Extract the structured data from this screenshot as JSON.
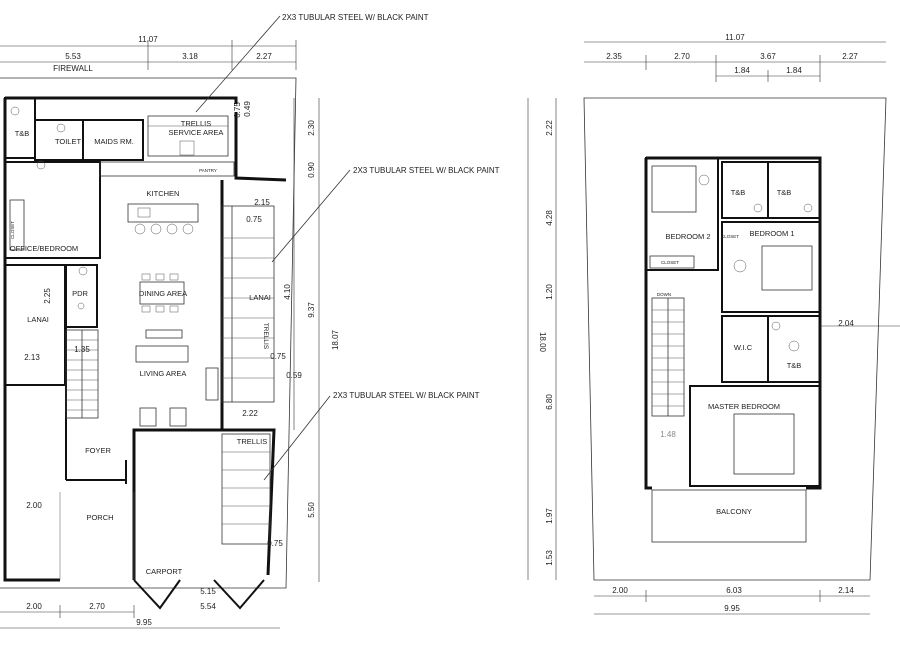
{
  "notes": {
    "steel_top": "2X3 TUBULAR STEEL W/ BLACK PAINT",
    "steel_mid": "2X3 TUBULAR STEEL W/ BLACK PAINT",
    "steel_low": "2X3 TUBULAR STEEL W/ BLACK PAINT"
  },
  "ground_floor": {
    "labels": {
      "firewall": "FIREWALL",
      "tb": "T&B",
      "toilet": "TOILET",
      "maids": "MAIDS RM.",
      "trellis_service": "TRELLIS",
      "service_area": "SERVICE AREA",
      "pantry": "PANTRY",
      "kitchen": "KITCHEN",
      "office": "OFFICE/BEDROOM",
      "closet": "CLOSET",
      "pdr": "PDR",
      "lanai_left": "LANAI",
      "lanai_right": "LANAI",
      "dining": "DINING AREA",
      "living": "LIVING AREA",
      "trellis_side": "TRELLIS",
      "trellis": "TRELLIS",
      "foyer": "FOYER",
      "porch": "PORCH",
      "carport": "CARPORT"
    },
    "dims": {
      "top_total": "11.07",
      "top_a": "5.53",
      "top_b": "3.18",
      "top_c": "2.27",
      "d049": "0.49",
      "d075a": "0.75",
      "d230": "2.30",
      "d090": "0.90",
      "d215": "2.15",
      "d075b": "0.75",
      "d410": "4.10",
      "d937": "9.37",
      "d1807": "18.07",
      "d225": "2.25",
      "d213": "2.13",
      "d135": "1.35",
      "d075c": "0.75",
      "d059": "0.59",
      "d222": "2.22",
      "d550": "5.50",
      "d200a": "2.00",
      "d075d": "0.75",
      "d515": "5.15",
      "d554": "5.54",
      "bot_a": "2.00",
      "bot_b": "2.70",
      "bot_total": "9.95"
    }
  },
  "second_floor": {
    "labels": {
      "bedroom2": "BEDROOM 2",
      "closet2": "CLOSET",
      "tb1": "T&B",
      "tb2": "T&B",
      "bedroom1": "BEDROOM 1",
      "closet1": "CLOSET",
      "wic": "W.I.C",
      "tb3": "T&B",
      "master": "MASTER BEDROOM",
      "balcony": "BALCONY",
      "down": "DOWN"
    },
    "dims": {
      "top_total": "11.07",
      "top_a": "2.35",
      "top_b": "2.70",
      "top_c": "3.67",
      "top_d": "2.27",
      "mid_a": "1.84",
      "mid_b": "1.84",
      "l222": "2.22",
      "l428": "4.28",
      "l120": "1.20",
      "l680": "6.80",
      "l197": "1.97",
      "l153": "1.53",
      "d1800": "18.00",
      "d204": "2.04",
      "d148": "1.48",
      "bot_a": "2.00",
      "bot_b": "6.03",
      "bot_c": "2.14",
      "bot_total": "9.95"
    }
  }
}
